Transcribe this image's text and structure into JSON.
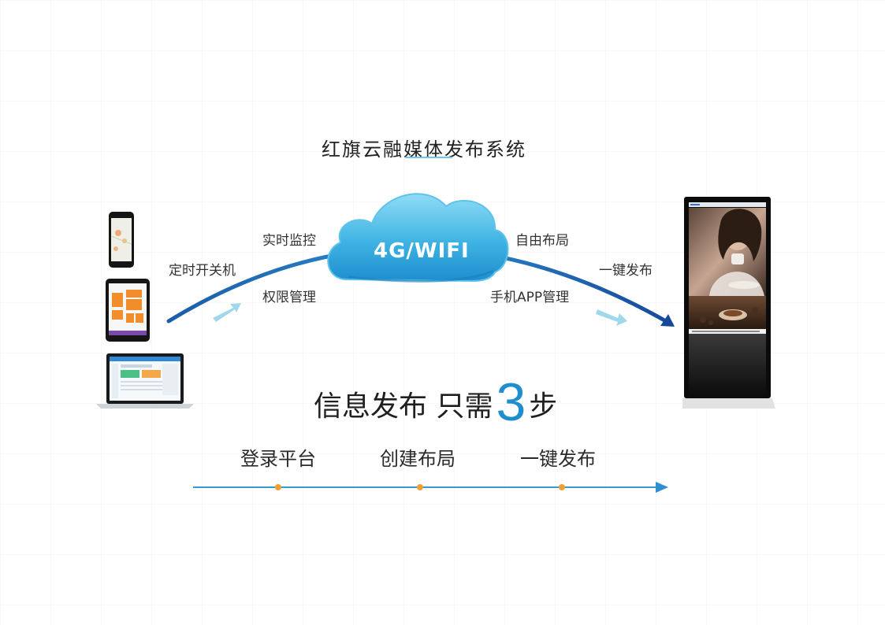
{
  "title": "红旗云融媒体发布系统",
  "cloud_label": "4G/WIFI",
  "features": {
    "left_far": "定时开关机",
    "left_top": "实时监控",
    "left_bottom": "权限管理",
    "right_top": "自由布局",
    "right_bottom": "手机APP管理",
    "right_far": "一键发布"
  },
  "headline": {
    "prefix": "信息发布 只需",
    "number": "3",
    "suffix": "步"
  },
  "steps": [
    {
      "label": "登录平台"
    },
    {
      "label": "创建布局"
    },
    {
      "label": "一键发布"
    }
  ],
  "colors": {
    "accent_blue": "#1e8ecf",
    "arc_dark": "#174f9c",
    "cloud_light": "#7fd3f0",
    "step_dot": "#f0a030",
    "timeline": "#3a9ad0"
  }
}
